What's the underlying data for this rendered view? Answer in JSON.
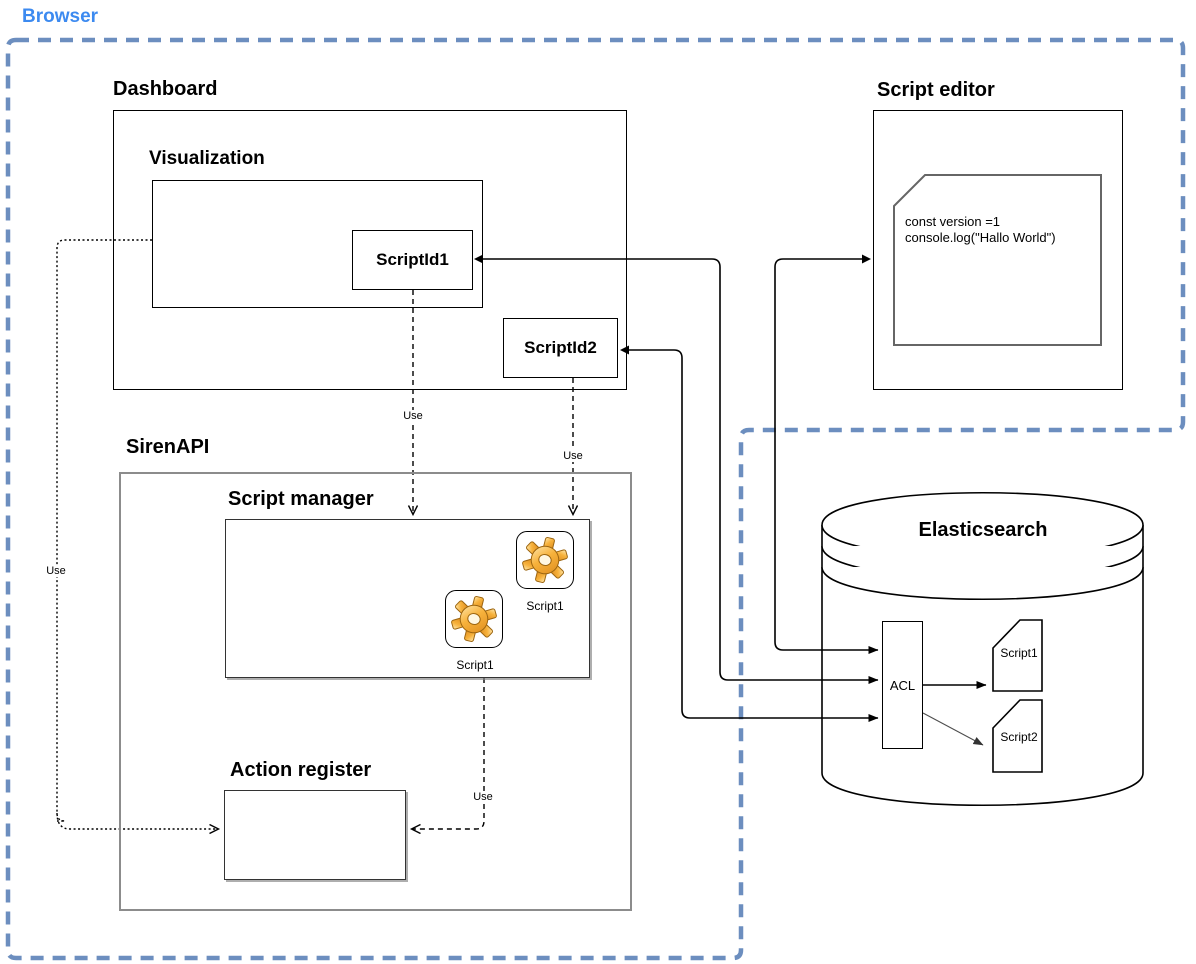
{
  "browser": {
    "label": "Browser"
  },
  "dashboard": {
    "title": "Dashboard",
    "visualization": {
      "title": "Visualization",
      "script_id1": {
        "label": "ScriptId1"
      }
    },
    "script_id2": {
      "label": "ScriptId2"
    }
  },
  "script_editor": {
    "title": "Script editor",
    "code": {
      "line1": "const version =1",
      "line2": "console.log(\"Hallo World\")"
    }
  },
  "siren_api": {
    "title": "SirenAPI",
    "script_manager": {
      "title": "Script manager",
      "instances": [
        {
          "label": "Script1"
        },
        {
          "label": "Script1"
        }
      ]
    },
    "action_register": {
      "title": "Action register"
    }
  },
  "elasticsearch": {
    "title": "Elasticsearch",
    "acl": {
      "label": "ACL"
    },
    "documents": [
      {
        "label": "Script1"
      },
      {
        "label": "Script2"
      }
    ]
  },
  "edges": {
    "use": "Use"
  },
  "colors": {
    "browser_label": "#3c8af0",
    "browser_border": "#6c8ebf",
    "container_border": "#8c8c8c",
    "gear_edge": "#9c6510"
  }
}
